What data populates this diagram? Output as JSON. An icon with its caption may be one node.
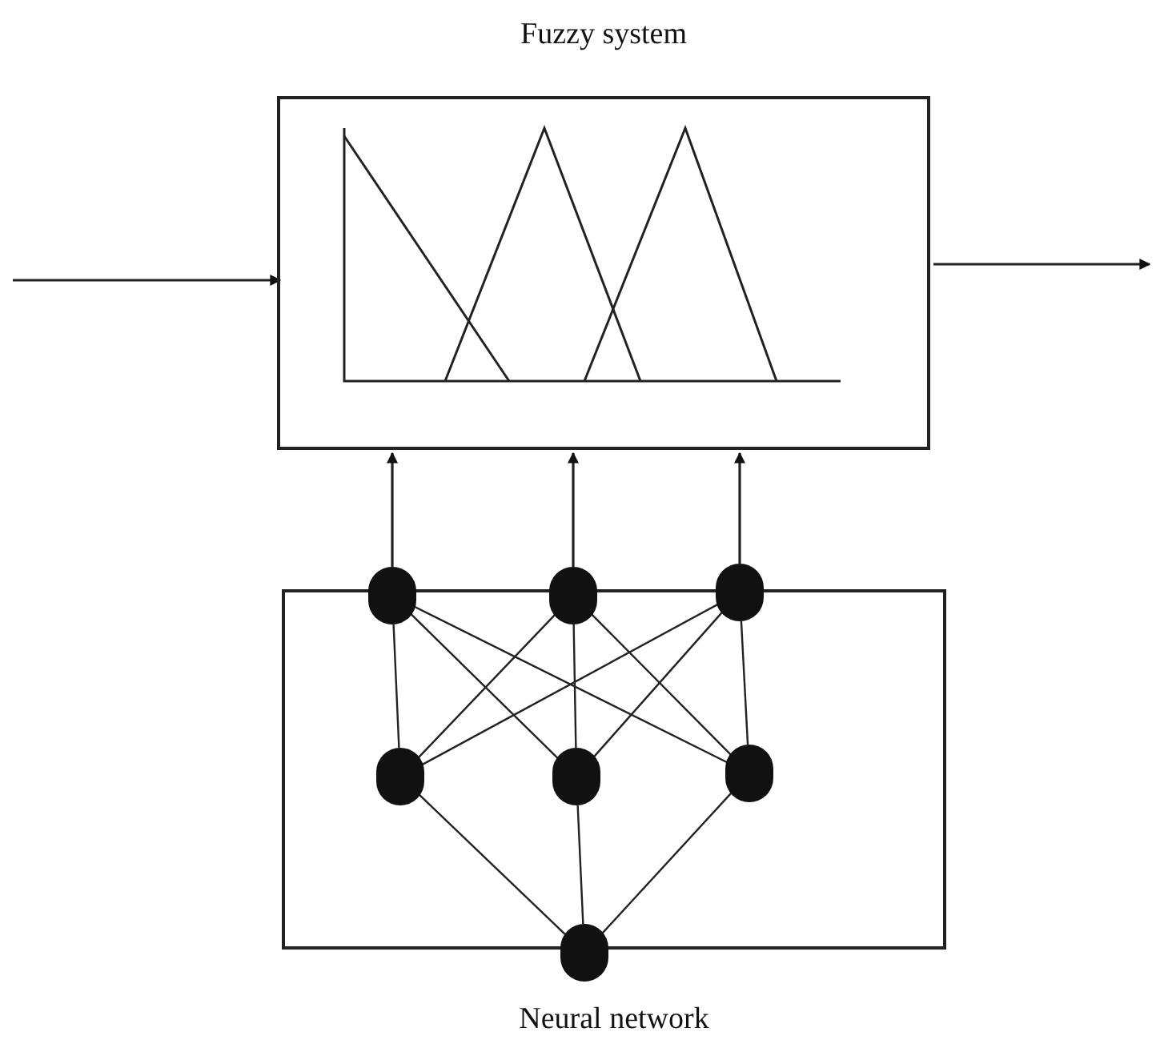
{
  "diagram": {
    "nodes": [
      {
        "text": [
          "Fuzzy system"
        ]
      },
      {
        "text": [
          "Neural network"
        ]
      },
      {
        "text": [],
        "shape": "circle"
      },
      {
        "text": [],
        "shape": "circle"
      },
      {
        "text": [],
        "shape": "circle"
      },
      {
        "text": [],
        "shape": "circle",
        "in": 1
      },
      {
        "text": [],
        "shape": "circle",
        "in": 1
      },
      {
        "text": [],
        "shape": "circle",
        "in": 1
      },
      {
        "text": [],
        "shape": "circle"
      }
    ],
    "edges": [
      {
        "from": null,
        "to": 0,
        "arrow": "to"
      },
      {
        "from": 0,
        "to": null,
        "arrow": "to"
      },
      {
        "from": 2,
        "to": 0,
        "arrow": "to"
      },
      {
        "from": 3,
        "to": 0,
        "arrow": "to"
      },
      {
        "from": 4,
        "to": 0,
        "arrow": "to"
      },
      {
        "from": 2,
        "to": 5,
        "arrow": "none"
      },
      {
        "from": 2,
        "to": 6,
        "arrow": "none"
      },
      {
        "from": 2,
        "to": 7,
        "arrow": "none"
      },
      {
        "from": 3,
        "to": 5,
        "arrow": "none"
      },
      {
        "from": 3,
        "to": 6,
        "arrow": "none"
      },
      {
        "from": 3,
        "to": 7,
        "arrow": "none"
      },
      {
        "from": 4,
        "to": 5,
        "arrow": "none"
      },
      {
        "from": 4,
        "to": 6,
        "arrow": "none"
      },
      {
        "from": 4,
        "to": 7,
        "arrow": "none"
      },
      {
        "from": 8,
        "to": 5,
        "arrow": "none"
      },
      {
        "from": 8,
        "to": 6,
        "arrow": "none"
      },
      {
        "from": 8,
        "to": 7,
        "arrow": "none"
      }
    ]
  }
}
